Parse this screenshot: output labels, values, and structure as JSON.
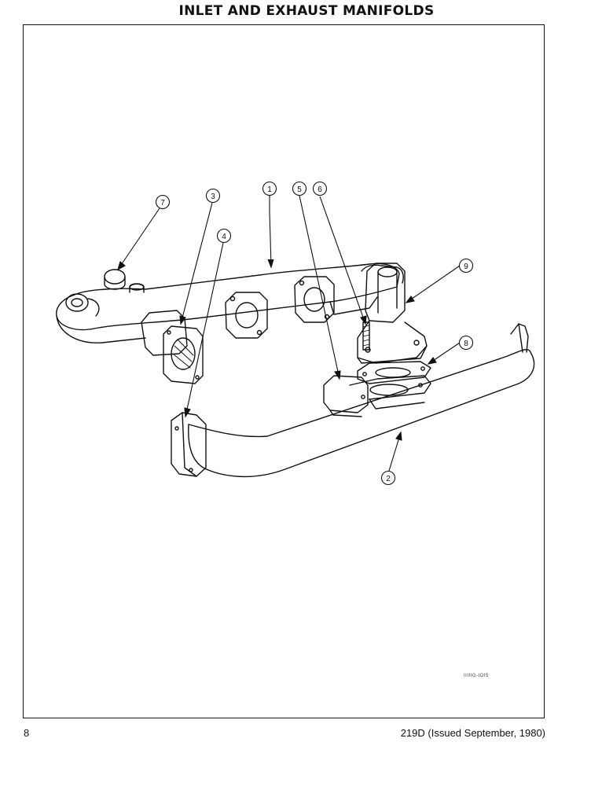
{
  "page": {
    "title": "INLET AND EXHAUST MANIFOLDS",
    "page_number": "8",
    "document_ref": "219D (Issued September, 1980)",
    "art_code": "IIIIIG-IOI5"
  },
  "callouts": [
    "1",
    "2",
    "3",
    "4",
    "5",
    "6",
    "7",
    "8",
    "9"
  ]
}
